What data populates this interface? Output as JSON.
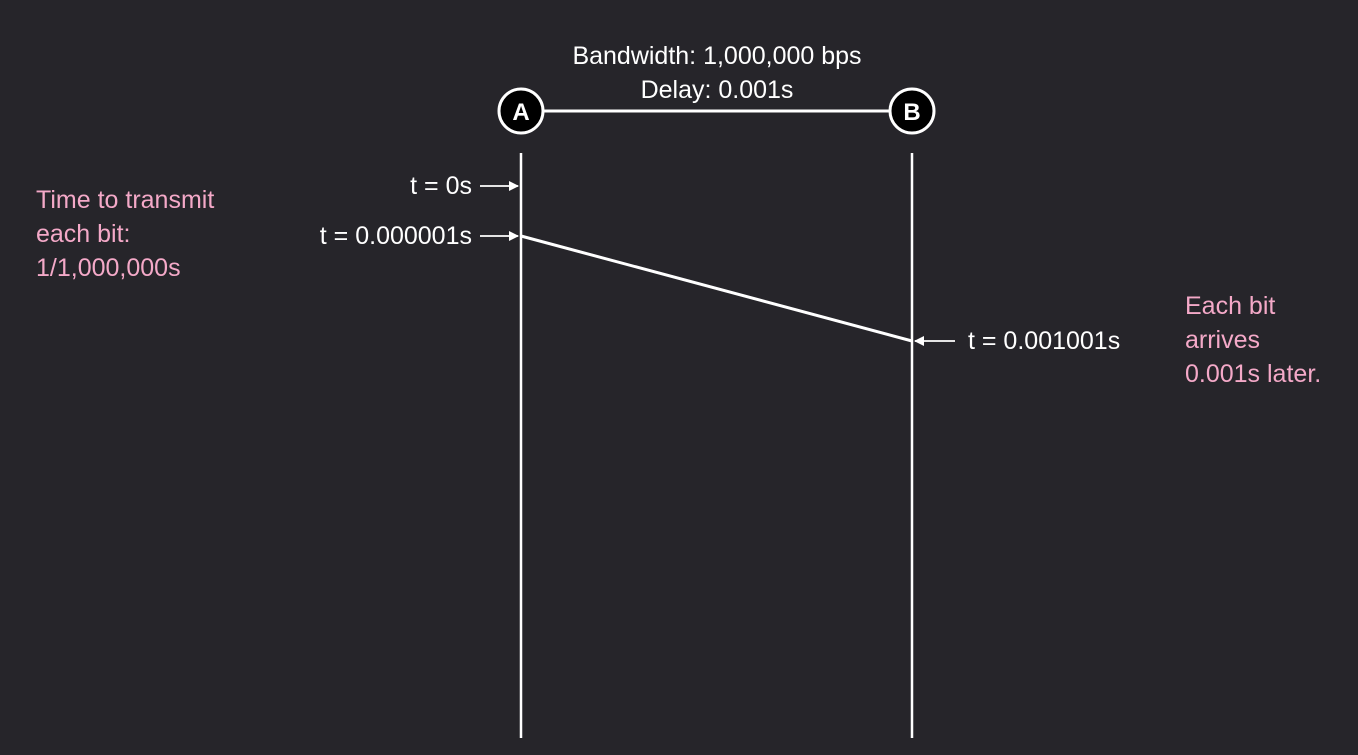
{
  "link": {
    "bandwidth_label": "Bandwidth: 1,000,000 bps",
    "delay_label": "Delay: 0.001s"
  },
  "nodes": {
    "a": "A",
    "b": "B"
  },
  "events": {
    "t0": "t = 0s",
    "t1": "t = 0.000001s",
    "t2": "t = 0.001001s"
  },
  "notes": {
    "transmit": [
      "Time to transmit",
      "each bit:",
      "1/1,000,000s"
    ],
    "arrival": [
      "Each bit",
      "arrives",
      "0.001s later."
    ]
  },
  "colors": {
    "background": "#26252a",
    "line": "#ffffff",
    "note": "#f4a9c8"
  }
}
